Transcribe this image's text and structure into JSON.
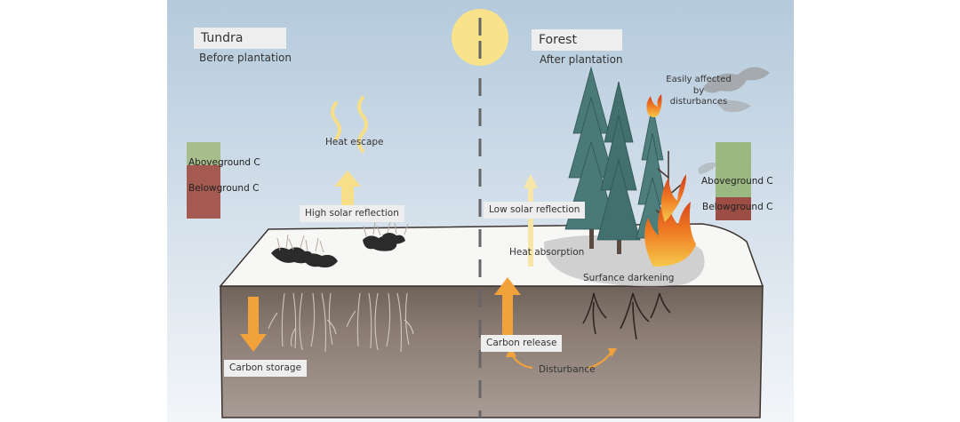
{
  "left_panel": {
    "title": "Tundra",
    "subtitle": "Before plantation",
    "carbon_bar": {
      "above_label": "Aboveground C",
      "below_label": "Belowground C"
    },
    "labels": {
      "heat_escape": "Heat escape",
      "solar_reflection": "High solar reflection",
      "carbon_storage": "Carbon storage"
    }
  },
  "right_panel": {
    "title": "Forest",
    "subtitle": "After plantation",
    "carbon_bar": {
      "above_label": "Aboveground C",
      "below_label": "Belowground C"
    },
    "labels": {
      "disturbances": "Easily affected by disturbances",
      "solar_reflection": "Low solar reflection",
      "heat_absorption": "Heat absorption",
      "surface_darkening": "Surfance darkening",
      "carbon_release": "Carbon release",
      "disturbance": "Disturbance"
    }
  },
  "colors": {
    "sky_top": "#b9cede",
    "sky_bottom": "#f2f5f8",
    "sun": "#f8e38a",
    "aboveground": "#9bb882",
    "belowground": "#9c4d44",
    "soil": "#8c7f76",
    "snow": "#f7f7f5",
    "arrow_orange": "#f2a23a",
    "arrow_yellow": "#f7de88",
    "tree": "#42706f"
  },
  "icons": {
    "sun": "sun-icon",
    "smoke": "smoke-cloud-icon",
    "fire": "fire-icon",
    "tree": "spruce-tree-icon",
    "rock": "rock-icon",
    "root": "root-icon",
    "heat_wave": "heat-wave-icon"
  }
}
